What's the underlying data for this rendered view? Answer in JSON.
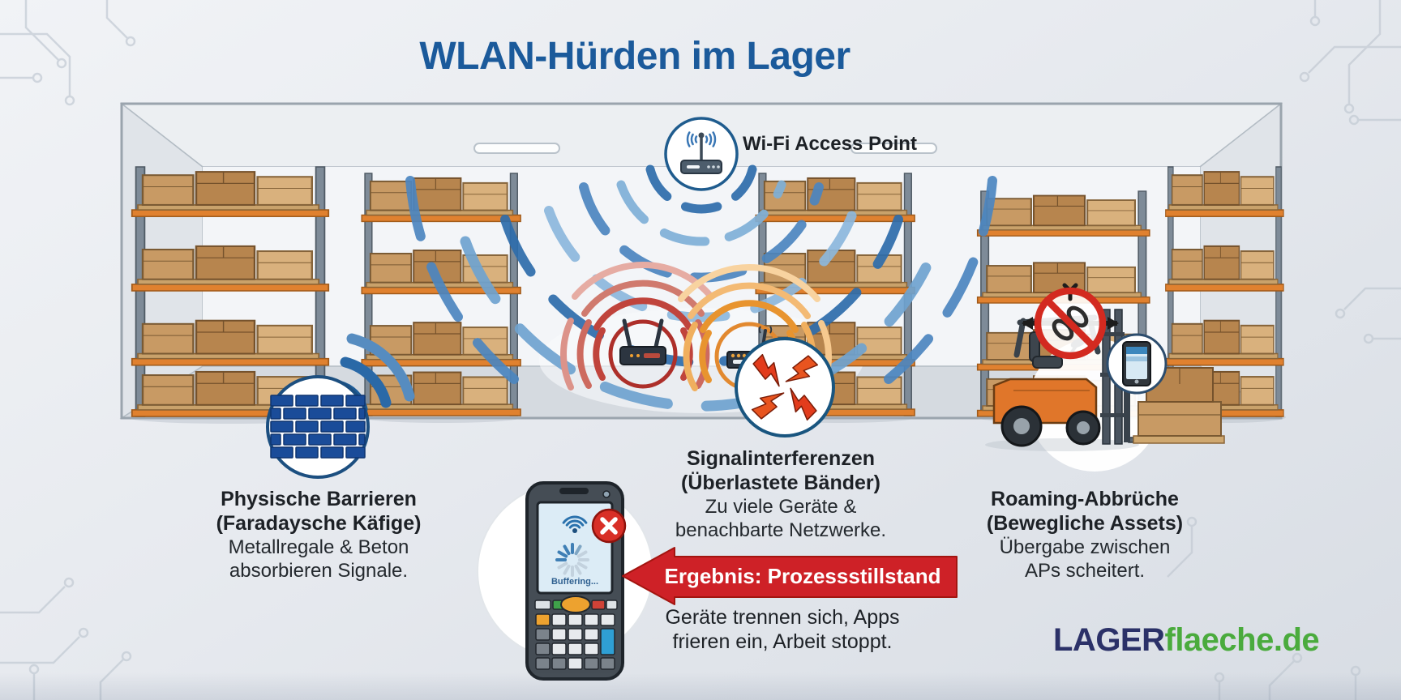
{
  "title": "WLAN-Hürden im Lager",
  "access_point": {
    "label": "Wi-Fi Access Point",
    "icon": "wifi-router-icon"
  },
  "problems": [
    {
      "icon": "brick-wall-icon",
      "title_line1": "Physische Barrieren",
      "title_line2": "(Faradaysche Käfige)",
      "desc_line1": "Metallregale & Beton",
      "desc_line2": "absorbieren Signale."
    },
    {
      "icon": "interference-bolts-icon",
      "title_line1": "Signalinterferenzen",
      "title_line2": "(Überlastete Bänder)",
      "desc_line1": "Zu viele Geräte &",
      "desc_line2": "benachbarte Netzwerke."
    },
    {
      "icon": "broken-link-icon",
      "title_line1": "Roaming-Abbrüche",
      "title_line2": "(Bewegliche Assets)",
      "desc_line1": "Übergabe zwischen",
      "desc_line2": "APs scheitert."
    }
  ],
  "result": {
    "banner_label": "Ergebnis: Prozessstillstand",
    "desc_line1": "Geräte trennen sich, Apps",
    "desc_line2": "frieren ein, Arbeit stoppt."
  },
  "device": {
    "status_text": "Buffering..."
  },
  "logo": {
    "text_primary": "LAGER",
    "text_secondary": "flaeche.de"
  },
  "colors": {
    "title_blue": "#1b5a9b",
    "signal_blue": "#2e6dac",
    "interference_red": "#c0443c",
    "interference_orange": "#e8942f",
    "banner_red": "#ce2127",
    "icon_navy": "#1c4f80",
    "brick_blue": "#1a4c99",
    "logo_navy": "#2b3168",
    "logo_green": "#4aab3d",
    "forklift_orange": "#e0762a"
  }
}
